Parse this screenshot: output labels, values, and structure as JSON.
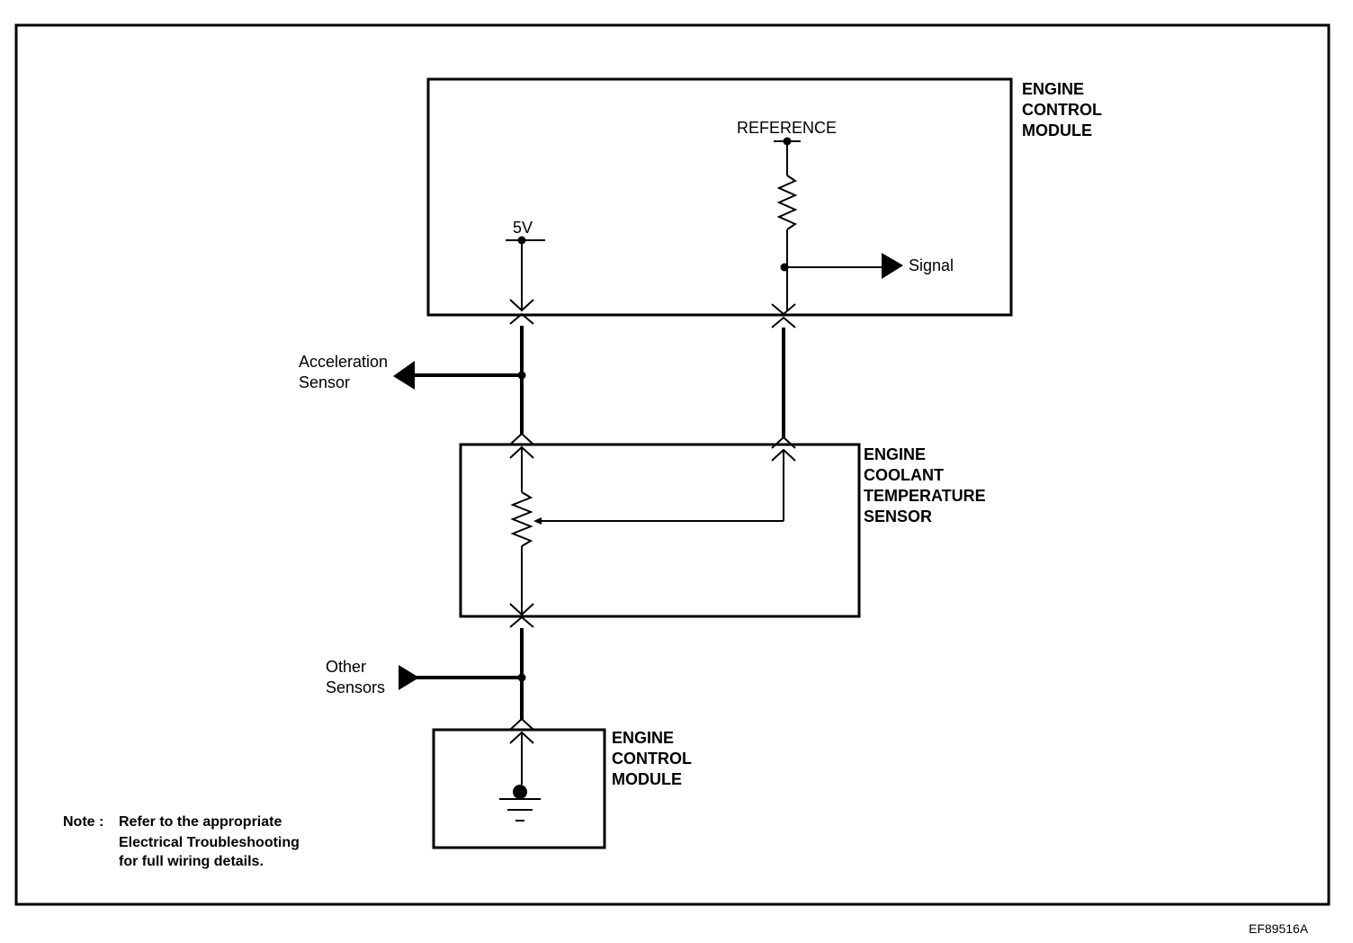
{
  "figure_code": "EF89516A",
  "ecm_top": {
    "title_lines": [
      "ENGINE",
      "CONTROL",
      "MODULE"
    ],
    "reference_label": "REFERENCE",
    "supply_label": "5V",
    "signal_label": "Signal"
  },
  "acceleration_sensor": {
    "lines": [
      "Acceleration",
      "Sensor"
    ]
  },
  "ect_sensor": {
    "title_lines": [
      "ENGINE",
      "COOLANT",
      "TEMPERATURE",
      "SENSOR"
    ]
  },
  "other_sensors": {
    "lines": [
      "Other",
      "Sensors"
    ]
  },
  "ecm_bottom": {
    "title_lines": [
      "ENGINE",
      "CONTROL",
      "MODULE"
    ]
  },
  "note": {
    "prefix": "Note :",
    "lines": [
      "Refer to the appropriate",
      "Electrical Troubleshooting",
      "for full wiring details."
    ]
  }
}
